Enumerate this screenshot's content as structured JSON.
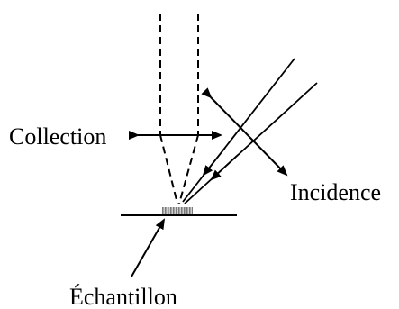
{
  "labels": {
    "collection": "Collection",
    "incidence": "Incidence",
    "sample": "Échantillon"
  },
  "colors": {
    "ink": "#000000",
    "sample_fill": "#8a8a8a"
  }
}
